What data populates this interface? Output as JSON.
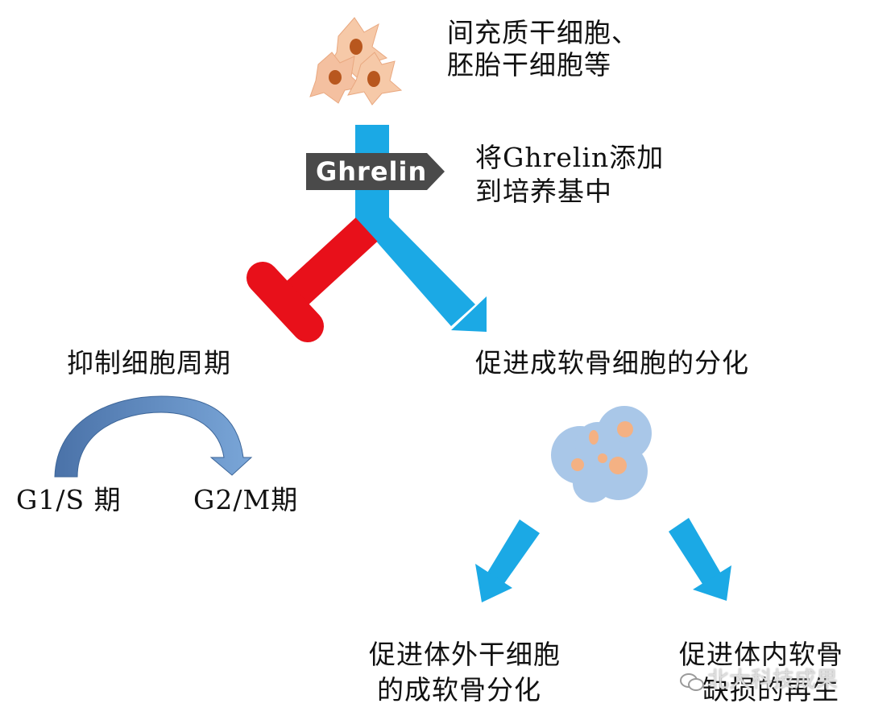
{
  "source_cells": {
    "label_line1": "间充质干细胞、",
    "label_line2": "胚胎干细胞等"
  },
  "treatment": {
    "tag": "Ghrelin",
    "label_line1": "将Ghrelin添加",
    "label_line2": "到培养基中"
  },
  "inhibit_branch": {
    "label": "抑制细胞周期",
    "phase_from": "G1/S 期",
    "phase_to": "G2/M期"
  },
  "promote_branch": {
    "label": "促进成软骨细胞的分化",
    "outcome_left_line1": "促进体外干细胞",
    "outcome_left_line2": "的成软骨分化",
    "outcome_right_line1": "促进体内软骨",
    "outcome_right_line2": "缺损的再生"
  },
  "watermark": "北大科技成果",
  "colors": {
    "blue_arrow": "#1ba9e5",
    "red_inhibit": "#e8101a",
    "tag_bg": "#4a4a4a",
    "cell_orange": "#f4b183",
    "cell_blue": "#a9c7e8",
    "curve_blue": "#4f81bd"
  }
}
